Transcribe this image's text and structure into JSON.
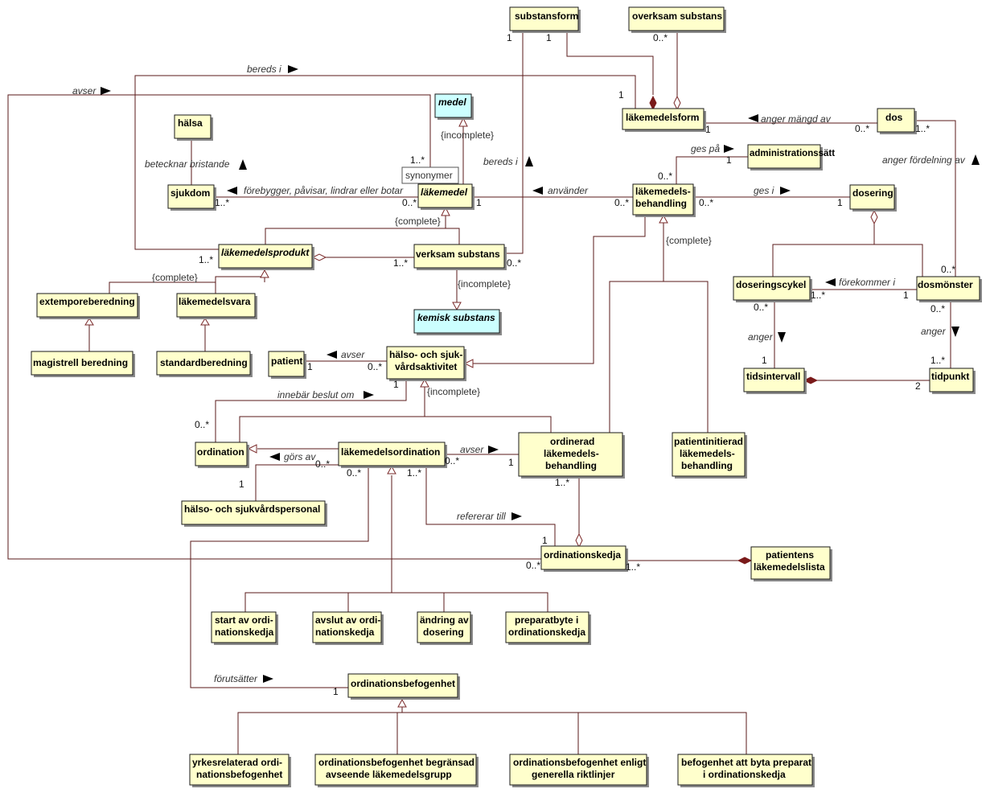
{
  "classes": {
    "substansform": "substansform",
    "overksam_substans": "overksam substans",
    "medel": "medel",
    "lakemedelsform": "läkemedelsform",
    "dos": "dos",
    "halsa": "hälsa",
    "administrationssatt": "administrationssätt",
    "synonymer": "synonymer",
    "sjukdom": "sjukdom",
    "lakemedel": "läkemedel",
    "lakemedelsbehandling": [
      "läkemedels-",
      "behandling"
    ],
    "dosering": "dosering",
    "lakemedelsprodukt": "läkemedelsprodukt",
    "verksam_substans": "verksam substans",
    "extemporeberedning": "extemporeberedning",
    "lakemedelsvara": "läkemedelsvara",
    "doseringscykel": "doseringscykel",
    "dosmonster": "dosmönster",
    "kemisk_substans": "kemisk substans",
    "magistrell_beredning": "magistrell beredning",
    "standardberedning": "standardberedning",
    "patient": "patient",
    "halso_aktivitet": [
      "hälso- och sjuk-",
      "vårdsaktivitet"
    ],
    "tidsintervall": "tidsintervall",
    "tidpunkt": "tidpunkt",
    "ordination": "ordination",
    "lakemedelsordination": "läkemedelsordination",
    "ordinerad_behandling": [
      "ordinerad",
      "läkemedels-",
      "behandling"
    ],
    "patientinitierad_behandling": [
      "patientinitierad",
      "läkemedels-",
      "behandling"
    ],
    "personal": "hälso- och sjukvårdspersonal",
    "ordinationskedja": "ordinationskedja",
    "patientens_lista": [
      "patientens",
      "läkemedelslista"
    ],
    "start": [
      "start av ordi-",
      "nationskedja"
    ],
    "avslut": [
      "avslut av ordi-",
      "nationskedja"
    ],
    "andring": [
      "ändring av",
      "dosering"
    ],
    "preparatbyte": [
      "preparatbyte i",
      "ordinationskedja"
    ],
    "befogenhet": "ordinationsbefogenhet",
    "yrkesrelaterad": [
      "yrkesrelaterad ordi-",
      "nationsbefogenhet"
    ],
    "begransad": [
      "ordinationsbefogenhet begränsad",
      "avseende läkemedelsgrupp"
    ],
    "enligt": [
      "ordinationsbefogenhet enligt",
      "generella riktlinjer"
    ],
    "byta": [
      "befogenhet att byta preparat",
      "i ordinationskedja"
    ]
  },
  "associations": {
    "bereds_i_top": "bereds i",
    "avser_top": "avser",
    "anger_mangd_av": "anger mängd av",
    "betecknar_bristande": "betecknar bristande",
    "bereds_i_mid": "bereds i",
    "ges_pa": "ges på",
    "anger_fordelning_av": "anger fördelning av",
    "forebygger": "förebygger, påvisar, lindrar eller botar",
    "anvander": "använder",
    "ges_i": "ges i",
    "forekommer_i": "förekommer i",
    "anger_left": "anger",
    "anger_right": "anger",
    "avser_patient": "avser",
    "innebar_beslut_om": "innebär beslut om",
    "avser_ord": "avser",
    "gors_av": "görs av",
    "refererar_till": "refererar till",
    "forutsatter": "förutsätter"
  },
  "constraints": {
    "incomplete_medel": "{incomplete}",
    "complete_lakemedel": "{complete}",
    "incomplete_kemisk": "{incomplete}",
    "complete_produkt": "{complete}",
    "complete_behandling": "{complete}",
    "incomplete_aktivitet": "{incomplete}"
  },
  "multiplicities": {
    "m_substansform_1a": "1",
    "m_substansform_1b": "1",
    "m_overksam": "0..*",
    "m_lakemedelsform_1": "1",
    "m_lakemedelsform_right": "1",
    "m_dos_left": "0..*",
    "m_dos_right": "1..*",
    "m_lakemedel_syn": "1..*",
    "m_admin": "1",
    "m_beh_top": "0..*",
    "m_sjukdom": "1..*",
    "m_lakemedel_left": "0..*",
    "m_lakemedel_right": "1",
    "m_beh_left": "0..*",
    "m_beh_right": "0..*",
    "m_dosering": "1",
    "m_produkt": "1..*",
    "m_verksam_left": "1..*",
    "m_verksam_right": "0..*",
    "m_dosmonster_top": "0..*",
    "m_cykel_right": "1..*",
    "m_dosmonster_left": "1",
    "m_cykel_bottom": "0..*",
    "m_dosmonster_bottom": "0..*",
    "m_patient": "1",
    "m_aktivitet_left": "0..*",
    "m_aktivitet_bottom": "1",
    "m_tidsintervall": "1",
    "m_tidpunkt_top": "1..*",
    "m_tidpunkt_left": "2",
    "m_ordination": "0..*",
    "m_personal_right": "0..*",
    "m_ordination2": "0..*",
    "m_ord_right": "0..*",
    "m_ordinerad_left": "1",
    "m_personal": "1",
    "m_ord_bottom_a": "0..*",
    "m_ord_bottom_b": "1..*",
    "m_ordinerad_bottom": "1..*",
    "m_kedja_top": "1",
    "m_kedja_left": "0..*",
    "m_kedja_right": "1..*",
    "m_befogenhet": "1"
  }
}
